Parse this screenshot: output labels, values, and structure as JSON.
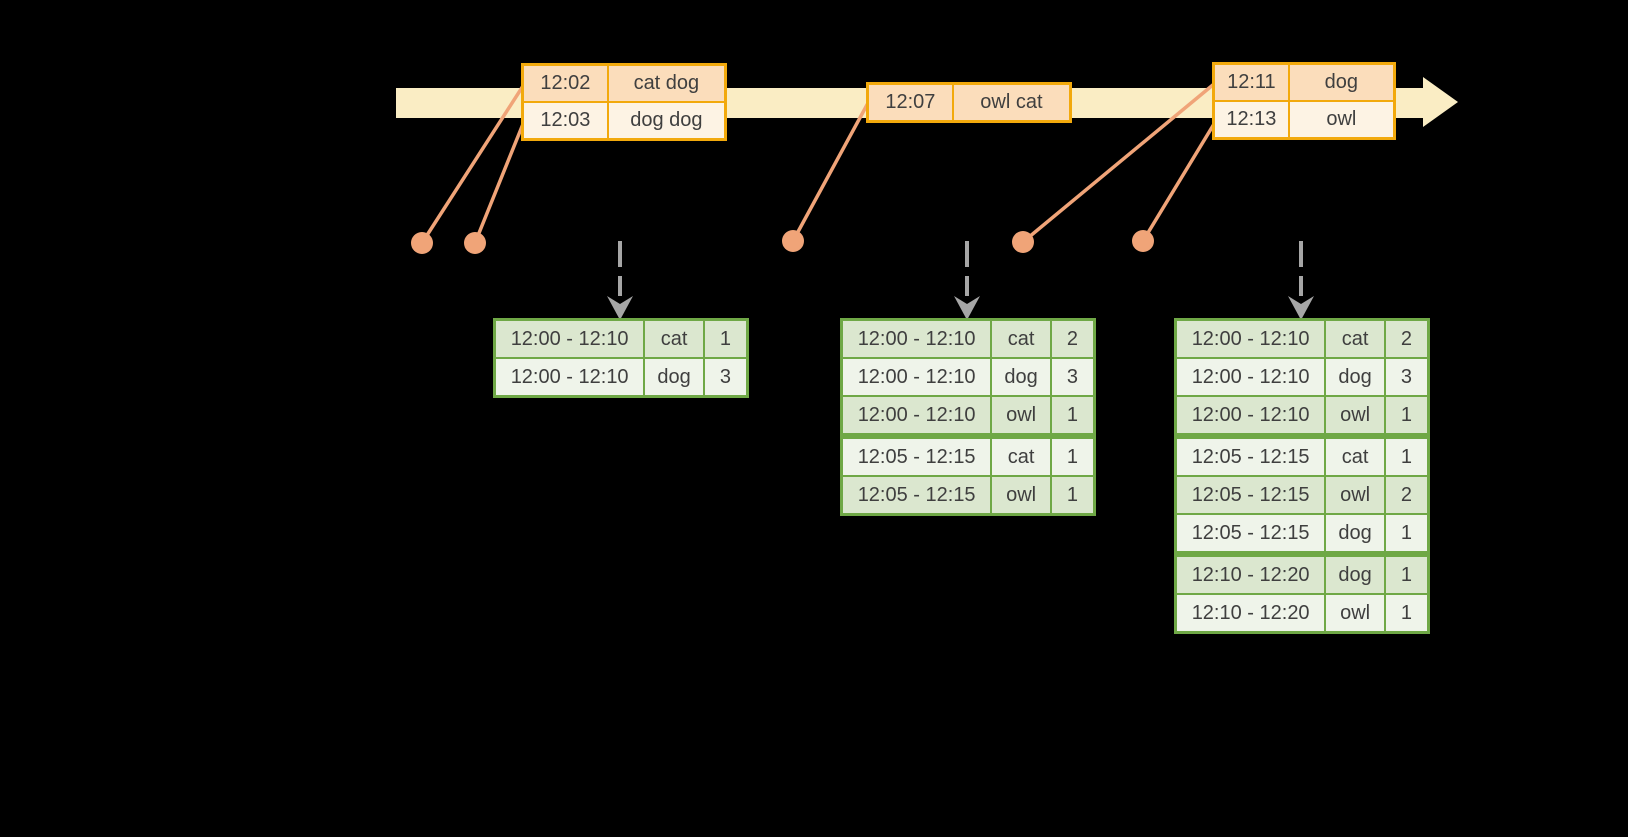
{
  "colors": {
    "background": "#000000",
    "timeline_fill": "#FAEDC4",
    "event_table_border": "#F2A90C",
    "event_row_dark": "#FBDDBB",
    "event_row_light": "#FDF3E4",
    "result_table_border": "#6FA846",
    "result_row_dark": "#DBE7CF",
    "result_row_light": "#EFF4EA",
    "connector_salmon": "#F0A478",
    "trigger_arrow_gray": "#A6A6A6",
    "text": "#3F3F3F"
  },
  "event_tables": [
    {
      "rows": [
        {
          "time": "12:02",
          "words": "cat dog"
        },
        {
          "time": "12:03",
          "words": "dog dog"
        }
      ]
    },
    {
      "rows": [
        {
          "time": "12:07",
          "words": "owl cat"
        }
      ]
    },
    {
      "rows": [
        {
          "time": "12:11",
          "words": "dog"
        },
        {
          "time": "12:13",
          "words": "owl"
        }
      ]
    }
  ],
  "result_tables": [
    {
      "rows": [
        {
          "window": "12:00 - 12:10",
          "word": "cat",
          "count": "1"
        },
        {
          "window": "12:00 - 12:10",
          "word": "dog",
          "count": "3"
        }
      ]
    },
    {
      "rows": [
        {
          "window": "12:00 - 12:10",
          "word": "cat",
          "count": "2"
        },
        {
          "window": "12:00 - 12:10",
          "word": "dog",
          "count": "3"
        },
        {
          "window": "12:00 - 12:10",
          "word": "owl",
          "count": "1"
        },
        {
          "window": "12:05 - 12:15",
          "word": "cat",
          "count": "1"
        },
        {
          "window": "12:05 - 12:15",
          "word": "owl",
          "count": "1"
        }
      ]
    },
    {
      "rows": [
        {
          "window": "12:00 - 12:10",
          "word": "cat",
          "count": "2"
        },
        {
          "window": "12:00 - 12:10",
          "word": "dog",
          "count": "3"
        },
        {
          "window": "12:00 - 12:10",
          "word": "owl",
          "count": "1"
        },
        {
          "window": "12:05 - 12:15",
          "word": "cat",
          "count": "1"
        },
        {
          "window": "12:05 - 12:15",
          "word": "owl",
          "count": "2"
        },
        {
          "window": "12:05 - 12:15",
          "word": "dog",
          "count": "1"
        },
        {
          "window": "12:10 - 12:20",
          "word": "dog",
          "count": "1"
        },
        {
          "window": "12:10 - 12:20",
          "word": "owl",
          "count": "1"
        }
      ]
    }
  ]
}
